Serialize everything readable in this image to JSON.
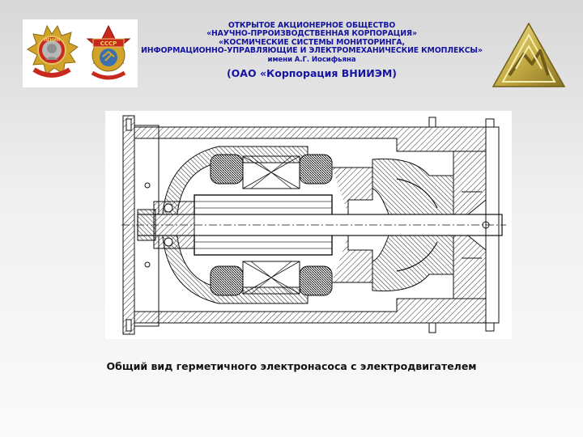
{
  "header": {
    "lines": [
      "ОТКРЫТОЕ АКЦИОНЕРНОЕ ОБЩЕСТВО",
      "«НАУЧНО-ПРРОИЗВОДСТВЕННАЯ КОРПОРАЦИЯ»",
      "«КОСМИЧЕСКИЕ СИСТЕМЫ МОНИТОРИНГА,",
      "ИНФОРМАЦИОННО-УПРАВЛЯЮЩИЕ И ЭЛЕКТРОМЕХАНИЧЕСКИЕ КМОПЛЕКСЫ»",
      "имени А.Г. Иосифьяна"
    ],
    "abbreviation": "(ОАО «Корпорация ВНИИЭМ)"
  },
  "medals": {
    "lenin_text": "ЛЕНИН",
    "ussr_text": "СССР"
  },
  "caption": "Общий вид герметичного электронасоса с электродвигателем",
  "colors": {
    "header_text": "#1414a0",
    "medal_red": "#c8281e",
    "medal_gold": "#d2a32a",
    "logo_gold": "#b9a23f"
  },
  "icons": {
    "left": "order-medals",
    "right": "triangle-emblem-logo"
  }
}
